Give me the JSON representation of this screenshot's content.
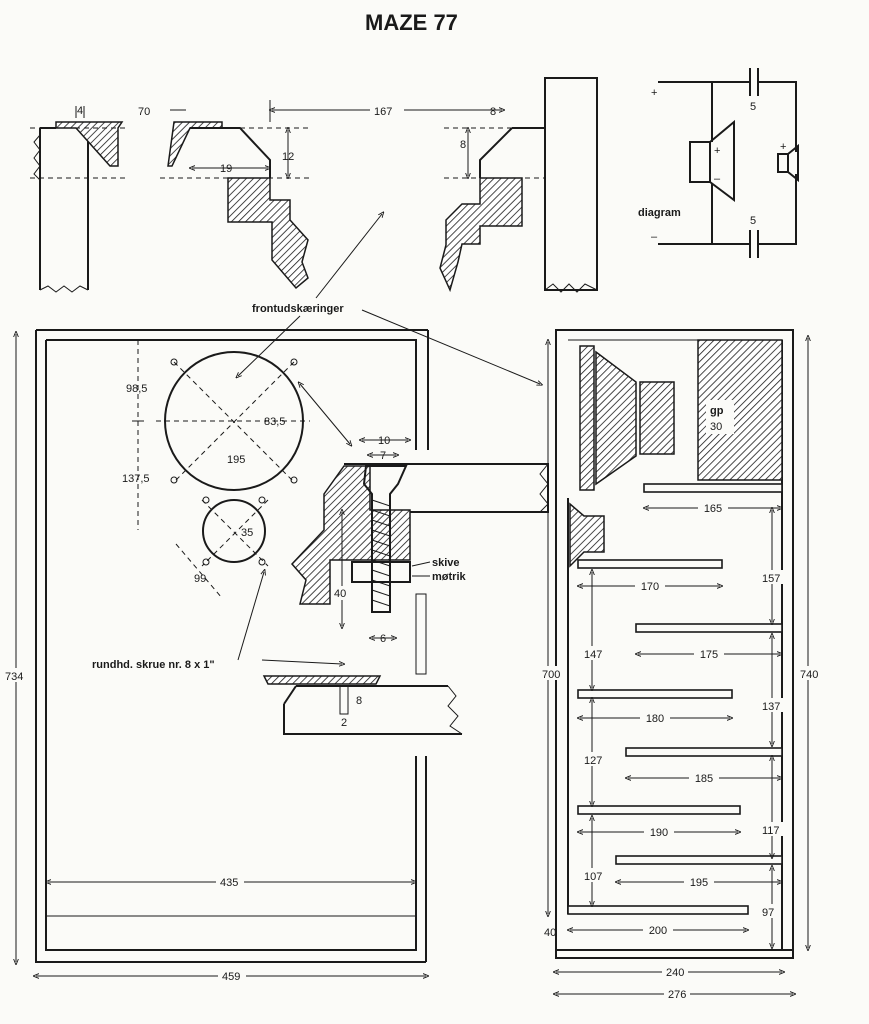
{
  "title": "MAZE 77",
  "labels": {
    "frontudskaeringer": "frontudskæringer",
    "diagram": "diagram",
    "skive": "skive",
    "motrik": "møtrik",
    "screw": "rundhd. skrue nr. 8 x 1\"",
    "gp": "gp",
    "gp_value": "30",
    "plus": "+",
    "minus": "–"
  },
  "top_details": {
    "d4": "4",
    "d70": "70",
    "d19": "19",
    "d12": "12",
    "d167": "167",
    "d8a": "8",
    "d8b": "8"
  },
  "circuit": {
    "cap_top": "5",
    "cap_bottom": "5"
  },
  "front": {
    "d98_5": "98,5",
    "d83_5": "83,5",
    "d195": "195",
    "d137_5": "137,5",
    "d35": "35",
    "d99": "99",
    "d734": "734",
    "d435": "435",
    "d459": "459"
  },
  "bolt": {
    "d10": "10",
    "d7": "7",
    "d40": "40",
    "d6": "6",
    "d8": "8",
    "d2": "2"
  },
  "side": {
    "widths": [
      "165",
      "170",
      "175",
      "180",
      "185",
      "190",
      "195",
      "200"
    ],
    "d157": "157",
    "d147": "147",
    "d137": "137",
    "d127": "127",
    "d117": "117",
    "d107": "107",
    "d97": "97",
    "d700": "700",
    "d740": "740",
    "d40": "40",
    "d240": "240",
    "d276": "276"
  }
}
